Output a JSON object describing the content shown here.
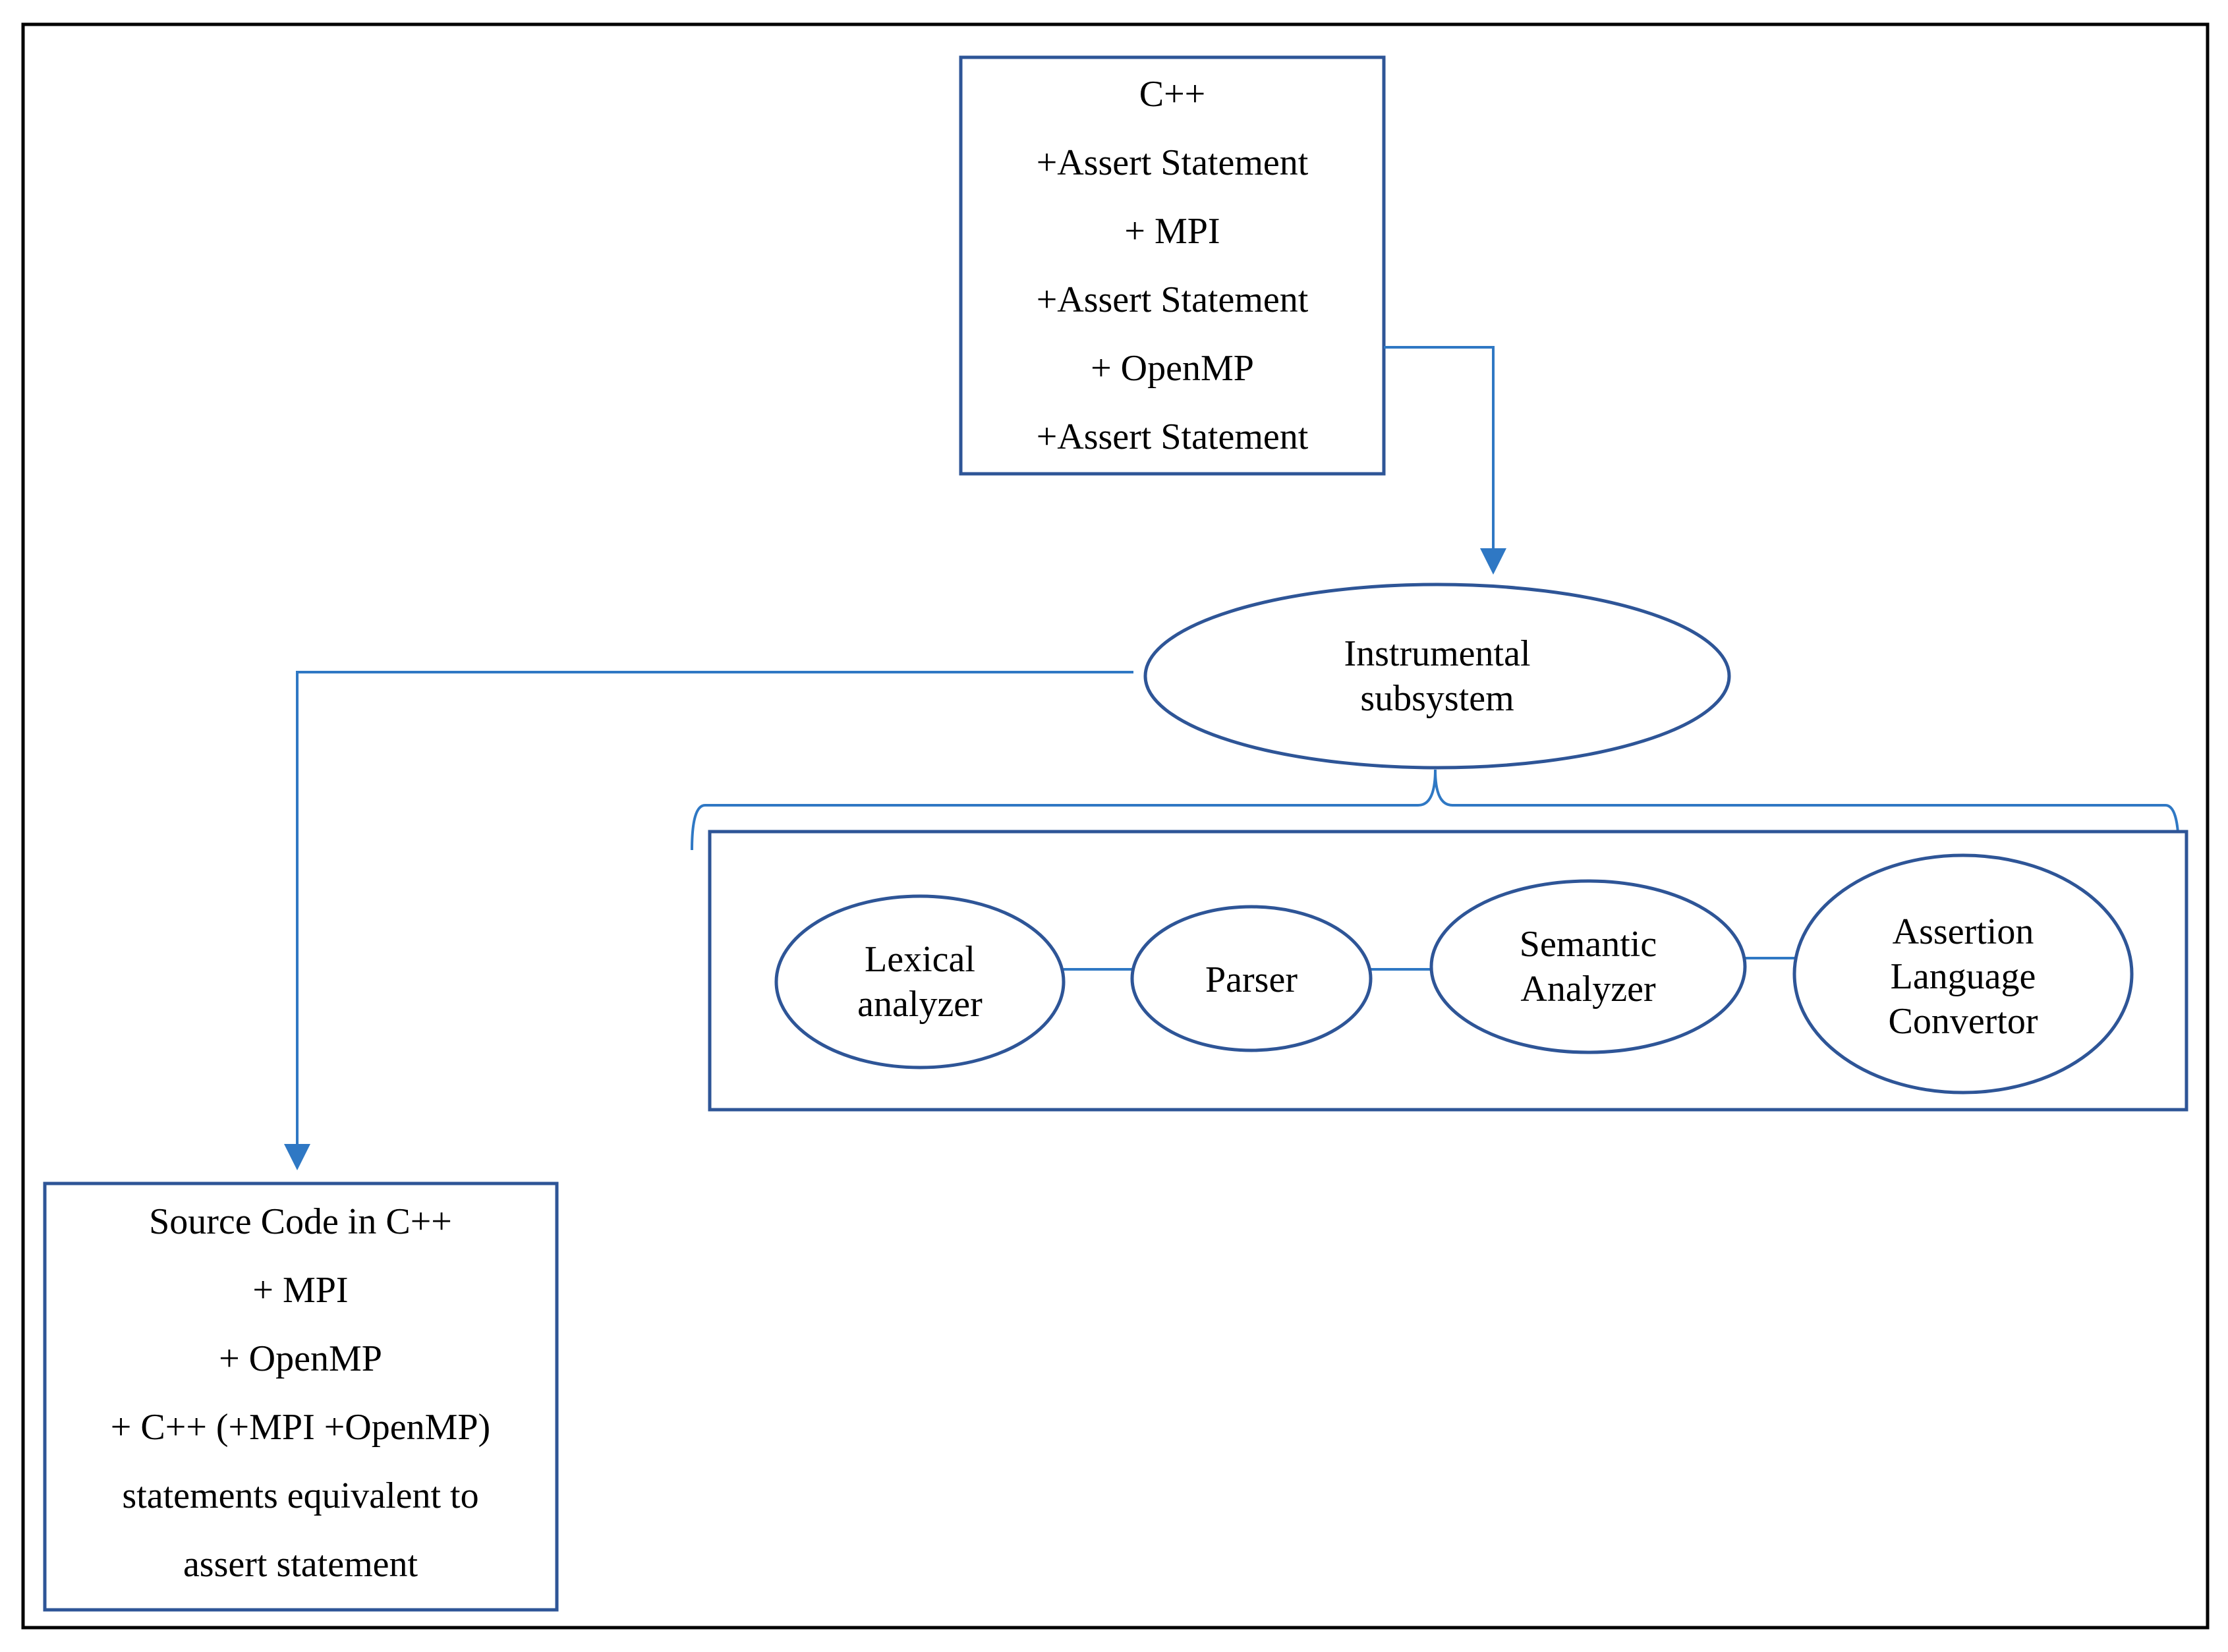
{
  "colors": {
    "frame": "#000000",
    "shape_stroke": "#2e5597",
    "connector": "#2f78c4",
    "text": "#000000",
    "background": "#ffffff"
  },
  "input_box": {
    "lines": [
      "C++",
      "+Assert Statement",
      "+ MPI",
      "+Assert Statement",
      "+ OpenMP",
      "+Assert Statement"
    ]
  },
  "instrumental_node": {
    "lines": [
      "Instrumental",
      "subsystem"
    ]
  },
  "components": [
    {
      "id": "lexical",
      "lines": [
        "Lexical",
        "analyzer"
      ]
    },
    {
      "id": "parser",
      "lines": [
        "Parser"
      ]
    },
    {
      "id": "semantic",
      "lines": [
        "Semantic",
        "Analyzer"
      ]
    },
    {
      "id": "assertion",
      "lines": [
        "Assertion",
        "Language",
        "Convertor"
      ]
    }
  ],
  "output_box": {
    "lines": [
      "Source Code in C++",
      "+ MPI",
      "+ OpenMP",
      "+ C++ (+MPI +OpenMP)",
      "statements equivalent to",
      "assert statement"
    ]
  }
}
